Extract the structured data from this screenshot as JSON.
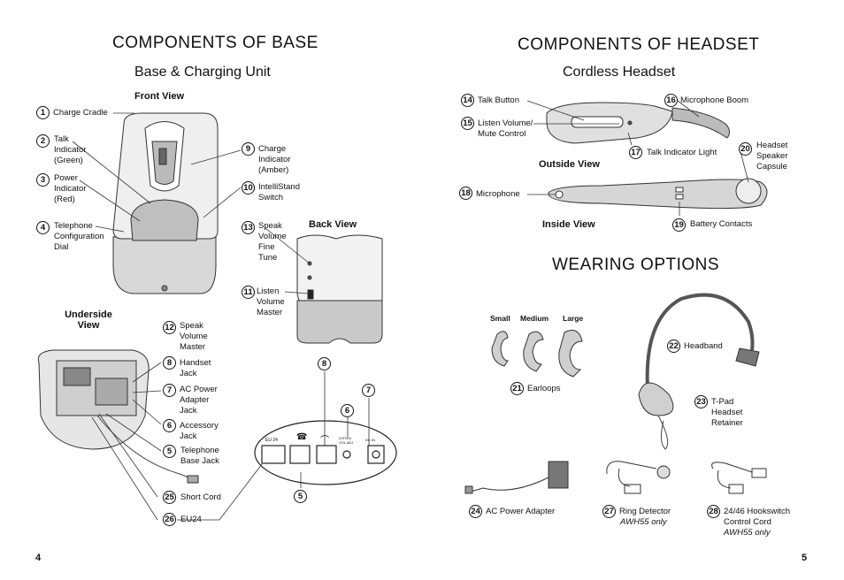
{
  "left_page": {
    "title": "COMPONENTS OF BASE",
    "subtitle": "Base & Charging Unit",
    "front_view": "Front View",
    "back_view": "Back View",
    "underside_view": "Underside View",
    "page_number": "4",
    "callouts": [
      {
        "num": "1",
        "label": "Charge Cradle"
      },
      {
        "num": "2",
        "label": "Talk\nIndicator\n(Green)"
      },
      {
        "num": "3",
        "label": "Power\nIndicator\n(Red)"
      },
      {
        "num": "4",
        "label": "Telephone\nConfiguration\nDial"
      },
      {
        "num": "9",
        "label": "Charge\nIndicator\n(Amber)"
      },
      {
        "num": "10",
        "label": "IntelliStand\nSwitch"
      },
      {
        "num": "13",
        "label": "Speak\nVolume\nFine\nTune"
      },
      {
        "num": "11",
        "label": "Listen\nVolume\nMaster"
      },
      {
        "num": "12",
        "label": "Speak\nVolume\nMaster"
      },
      {
        "num": "8",
        "label": "Handset\nJack"
      },
      {
        "num": "7",
        "label": "AC Power\nAdapter\nJack"
      },
      {
        "num": "6",
        "label": "Accessory\nJack"
      },
      {
        "num": "5",
        "label": "Telephone\nBase Jack"
      },
      {
        "num": "25",
        "label": "Short Cord"
      },
      {
        "num": "26",
        "label": "EU24"
      }
    ],
    "detail_badges": [
      "8",
      "7",
      "6",
      "5"
    ],
    "port_labels": {
      "eu24": "EU 24",
      "listen": "LISTEN\nVOL ADJ",
      "power": "DC IN"
    }
  },
  "right_page": {
    "title": "COMPONENTS OF HEADSET",
    "subtitle": "Cordless Headset",
    "outside_view": "Outside View",
    "inside_view": "Inside View",
    "wearing_title": "WEARING OPTIONS",
    "page_number": "5",
    "callouts": [
      {
        "num": "14",
        "label": "Talk Button"
      },
      {
        "num": "15",
        "label": "Listen Volume/\nMute Control"
      },
      {
        "num": "16",
        "label": "Microphone Boom"
      },
      {
        "num": "17",
        "label": "Talk Indicator Light"
      },
      {
        "num": "20",
        "label": "Headset\nSpeaker\nCapsule"
      },
      {
        "num": "18",
        "label": "Microphone"
      },
      {
        "num": "19",
        "label": "Battery Contacts"
      },
      {
        "num": "22",
        "label": "Headband"
      },
      {
        "num": "23",
        "label": "T-Pad\nHeadset\nRetainer"
      },
      {
        "num": "21",
        "label": "Earloops"
      },
      {
        "num": "24",
        "label": "AC Power Adapter"
      },
      {
        "num": "27",
        "label": "Ring Detector",
        "sub": "AWH55 only"
      },
      {
        "num": "28",
        "label": "24/46 Hookswitch\nControl Cord",
        "sub": "AWH55 only"
      }
    ],
    "earloop_sizes": [
      "Small",
      "Medium",
      "Large"
    ]
  },
  "colors": {
    "text": "#111111",
    "body_gray": "#d9d9d9",
    "dark_gray": "#7a7a7a",
    "light": "#efefef"
  }
}
